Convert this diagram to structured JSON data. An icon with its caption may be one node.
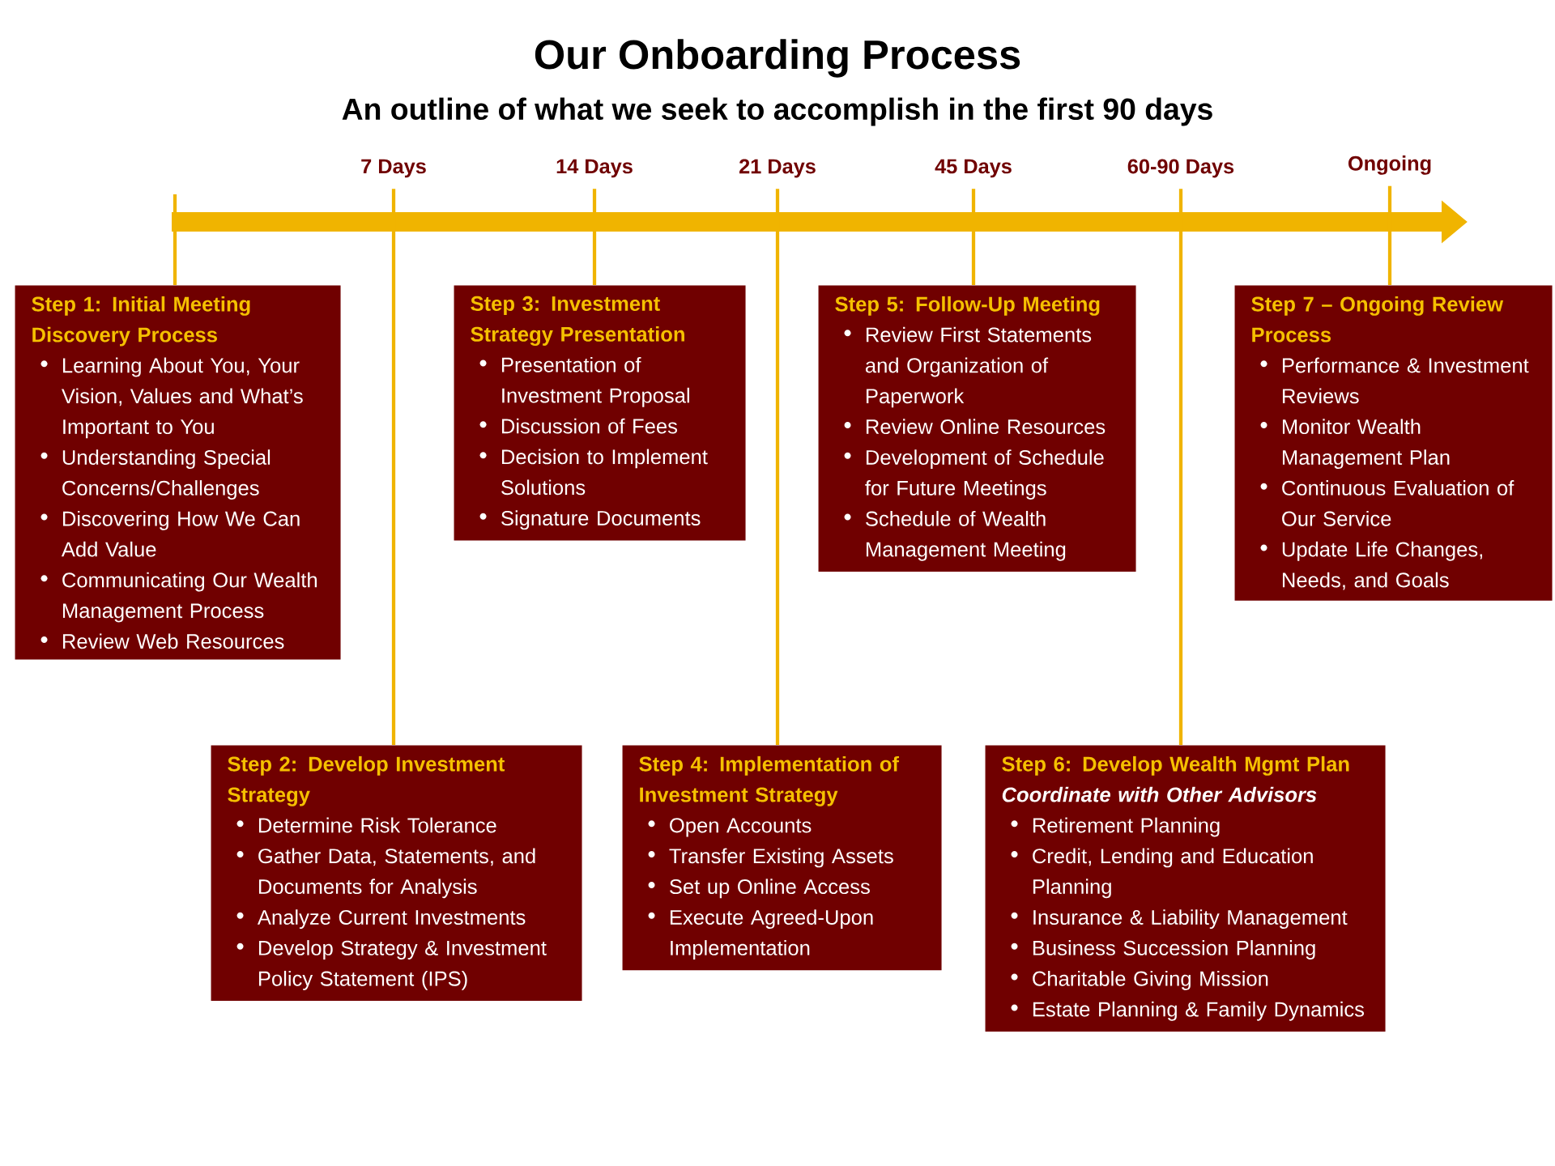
{
  "diagram": {
    "title": "Our Onboarding Process",
    "labels": [
      "An outline of what we seek to accomplish in the first 90 days"
    ],
    "nodes": [
      {
        "text": [
          "7 Days"
        ]
      },
      {
        "text": [
          "14 Days"
        ]
      },
      {
        "text": [
          "21 Days"
        ]
      },
      {
        "text": [
          "45 Days"
        ]
      },
      {
        "text": [
          "60-90 Days"
        ]
      },
      {
        "text": [
          "Ongoing"
        ]
      },
      {
        "text": [
          "Step 1: Initial Meeting Discovery Process",
          "Learning About You, Your Vision, Values and What’s Important to You",
          "Understanding Special Concerns/Challenges",
          "Discovering How We Can Add Value",
          "Communicating Our Wealth Management Process",
          "Review Web Resources"
        ]
      },
      {
        "text": [
          "Step 2: Develop Investment Strategy",
          "Determine Risk Tolerance",
          "Gather Data, Statements, and Documents for Analysis",
          "Analyze Current Investments",
          "Develop Strategy & Investment Policy Statement (IPS)"
        ]
      },
      {
        "text": [
          "Step 3: Investment Strategy Presentation",
          "Presentation of Investment Proposal",
          "Discussion of Fees",
          "Decision to Implement Solutions",
          "Signature Documents"
        ]
      },
      {
        "text": [
          "Step 4: Implementation of Investment Strategy",
          "Open Accounts",
          "Transfer Existing Assets",
          "Set up Online Access",
          "Execute Agreed-Upon Implementation"
        ]
      },
      {
        "text": [
          "Step 5: Follow-Up Meeting",
          "Review First Statements and Organization of Paperwork",
          "Review Online Resources",
          "Development of Schedule for Future Meetings",
          "Schedule of Wealth Management Meeting"
        ]
      },
      {
        "text": [
          "Step 6: Develop Wealth Mgmt Plan",
          "Coordinate with Other Advisors",
          "Retirement Planning",
          "Credit, Lending and Education Planning",
          "Insurance & Liability Management",
          "Business Succession Planning",
          "Charitable Giving Mission",
          "Estate Planning & Family Dynamics"
        ]
      },
      {
        "text": [
          "Step 7 – Ongoing Review Process",
          "Performance & Investment Reviews",
          "Monitor Wealth Management Plan",
          "Continuous Evaluation of Our Service",
          "Update Life Changes, Needs, and Goals"
        ]
      }
    ],
    "edges": [
      {
        "from": null,
        "to": 6,
        "arrow": "none"
      },
      {
        "from": 0,
        "to": 7,
        "arrow": "none"
      },
      {
        "from": 1,
        "to": 8,
        "arrow": "none"
      },
      {
        "from": 2,
        "to": 9,
        "arrow": "none"
      },
      {
        "from": 3,
        "to": 10,
        "arrow": "none"
      },
      {
        "from": 4,
        "to": 11,
        "arrow": "none"
      },
      {
        "from": 5,
        "to": 12,
        "arrow": "none"
      }
    ]
  }
}
